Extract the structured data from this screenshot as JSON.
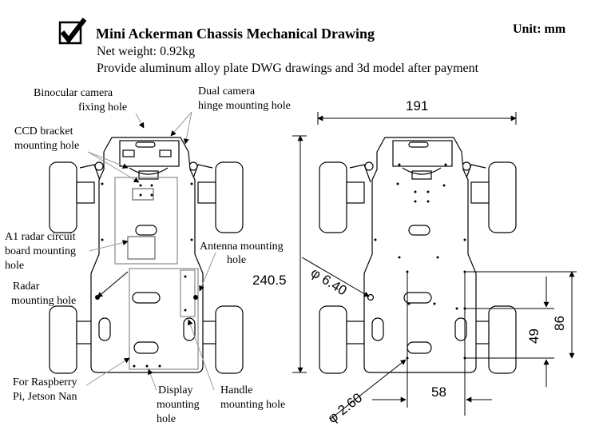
{
  "header": {
    "title": "Mini Ackerman Chassis Mechanical Drawing",
    "line1": "Net weight: 0.92kg",
    "line2": "Provide aluminum alloy plate DWG drawings and 3d model after payment",
    "unit": "Unit: mm",
    "check_icon": "checkbox-check-icon"
  },
  "labels": {
    "binocular_1": "Binocular camera",
    "binocular_2": "fixing hole",
    "dual_1": "Dual camera",
    "dual_2": "hinge mounting hole",
    "ccd_1": "CCD bracket",
    "ccd_2": "mounting hole",
    "a1_1": "A1 radar circuit",
    "a1_2": "board mounting",
    "a1_3": "hole",
    "antenna_1": "Antenna mounting",
    "antenna_2": "hole",
    "radar_1": "Radar",
    "radar_2": "mounting hole",
    "rasp_1": "For Raspberry",
    "rasp_2": "Pi, Jetson Nan",
    "display_1": "Display",
    "display_2": "mounting",
    "display_3": "hole",
    "handle_1": "Handle",
    "handle_2": "mounting hole"
  },
  "dimensions": {
    "width": "191",
    "length": "240.5",
    "hole_large": "6.40",
    "hole_small": "2.60",
    "spacing_58": "58",
    "spacing_49": "49",
    "spacing_86": "86",
    "diameter_symbol": "φ"
  }
}
